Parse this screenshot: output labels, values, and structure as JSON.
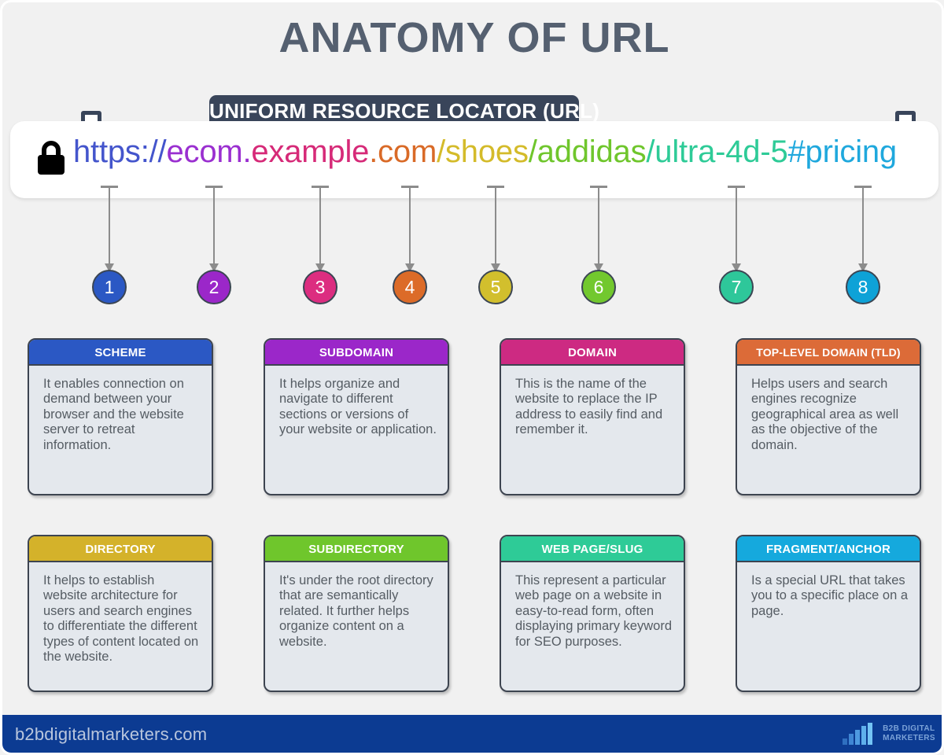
{
  "title": "ANATOMY OF URL",
  "banner": {
    "label": "UNIFORM RESOURCE LOCATOR (URL)",
    "background": "#39455a"
  },
  "url_bar": {
    "lock_icon": "padlock-icon",
    "full_url": "https://ecom.example.com/shoes/addidas/ultra-4d-5#pricing",
    "segments": [
      {
        "text": "https://",
        "color": "#4455cc"
      },
      {
        "text": "ecom.",
        "color": "#9a2fd0"
      },
      {
        "text": "example",
        "color": "#d62a78"
      },
      {
        "text": ".com",
        "color": "#d96a27"
      },
      {
        "text": "/shoes",
        "color": "#d4bb2a"
      },
      {
        "text": "/addidas",
        "color": "#6fc62c"
      },
      {
        "text": "/ultra-4d-5",
        "color": "#2ecb97"
      },
      {
        "text": "#pricing",
        "color": "#1fa8dd"
      }
    ]
  },
  "markers": [
    {
      "number": "1",
      "color": "#2b58c4"
    },
    {
      "number": "2",
      "color": "#9b27c9"
    },
    {
      "number": "3",
      "color": "#dc2d80"
    },
    {
      "number": "4",
      "color": "#dc6b28"
    },
    {
      "number": "5",
      "color": "#d2bf2d"
    },
    {
      "number": "6",
      "color": "#72c82e"
    },
    {
      "number": "7",
      "color": "#2ec79a"
    },
    {
      "number": "8",
      "color": "#0ea2d7"
    }
  ],
  "cards": [
    {
      "title": "SCHEME",
      "color": "#2b58c4",
      "body": "It enables connection on demand between your browser and the website server to retreat information."
    },
    {
      "title": "SUBDOMAIN",
      "color": "#9b27c9",
      "body": "It helps organize and navigate to different sections or versions of your website or application."
    },
    {
      "title": "DOMAIN",
      "color": "#cd2a82",
      "body": "This is the name of the website to replace the IP address to easily find and remember it."
    },
    {
      "title": "TOP-LEVEL DOMAIN (TLD)",
      "color": "#dc6b38",
      "body": "Helps users and search engines recognize geographical area as well as the objective of the domain."
    },
    {
      "title": "DIRECTORY",
      "color": "#d4b22a",
      "body": "It helps to establish website architecture for users and search engines to differentiate the different types of content located on the website."
    },
    {
      "title": "SUBDIRECTORY",
      "color": "#6fc62c",
      "body": "It's under the root directory that are semantically related. It further helps organize content on a website."
    },
    {
      "title": "WEB PAGE/SLUG",
      "color": "#2ecb97",
      "body": "This represent a particular web page on a website in easy-to-read form, often displaying primary keyword for SEO purposes."
    },
    {
      "title": "FRAGMENT/ANCHOR",
      "color": "#15a9dd",
      "body": "Is a special URL that takes you to a specific place on a page."
    }
  ],
  "footer": {
    "site": "b2bdigitalmarketers.com",
    "logo_line1": "B2B DIGITAL",
    "logo_line2": "MARKETERS",
    "background": "#0c3b92"
  }
}
